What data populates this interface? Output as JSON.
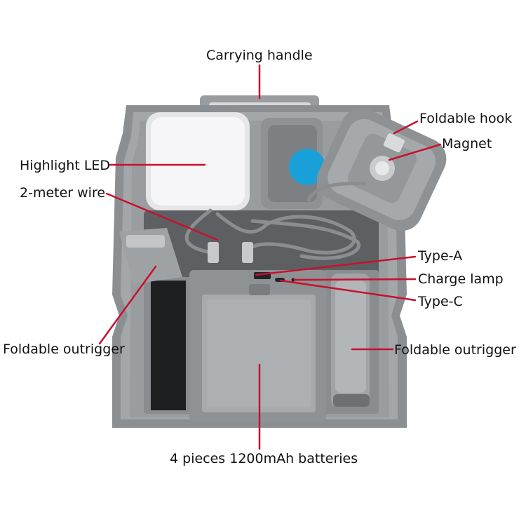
{
  "labels": {
    "carrying_handle": "Carrying handle",
    "foldable_hook": "Foldable hook",
    "magnet": "Magnet",
    "highlight_led": "Highlight LED",
    "two_meter_wire": "2-meter wire",
    "type_a": "Type-A",
    "charge_lamp": "Charge lamp",
    "type_c": "Type-C",
    "foldable_outrigger_left": "Foldable outrigger",
    "foldable_outrigger_right": "Foldable outrigger",
    "batteries": "4 pieces 1200mAh batteries"
  },
  "colors": {
    "leader_line": "#c8102e",
    "body_gray": "#8e9194",
    "body_dark": "#6f7275",
    "led_white": "#f4f4f6",
    "accent_blue": "#1aa0d8"
  }
}
